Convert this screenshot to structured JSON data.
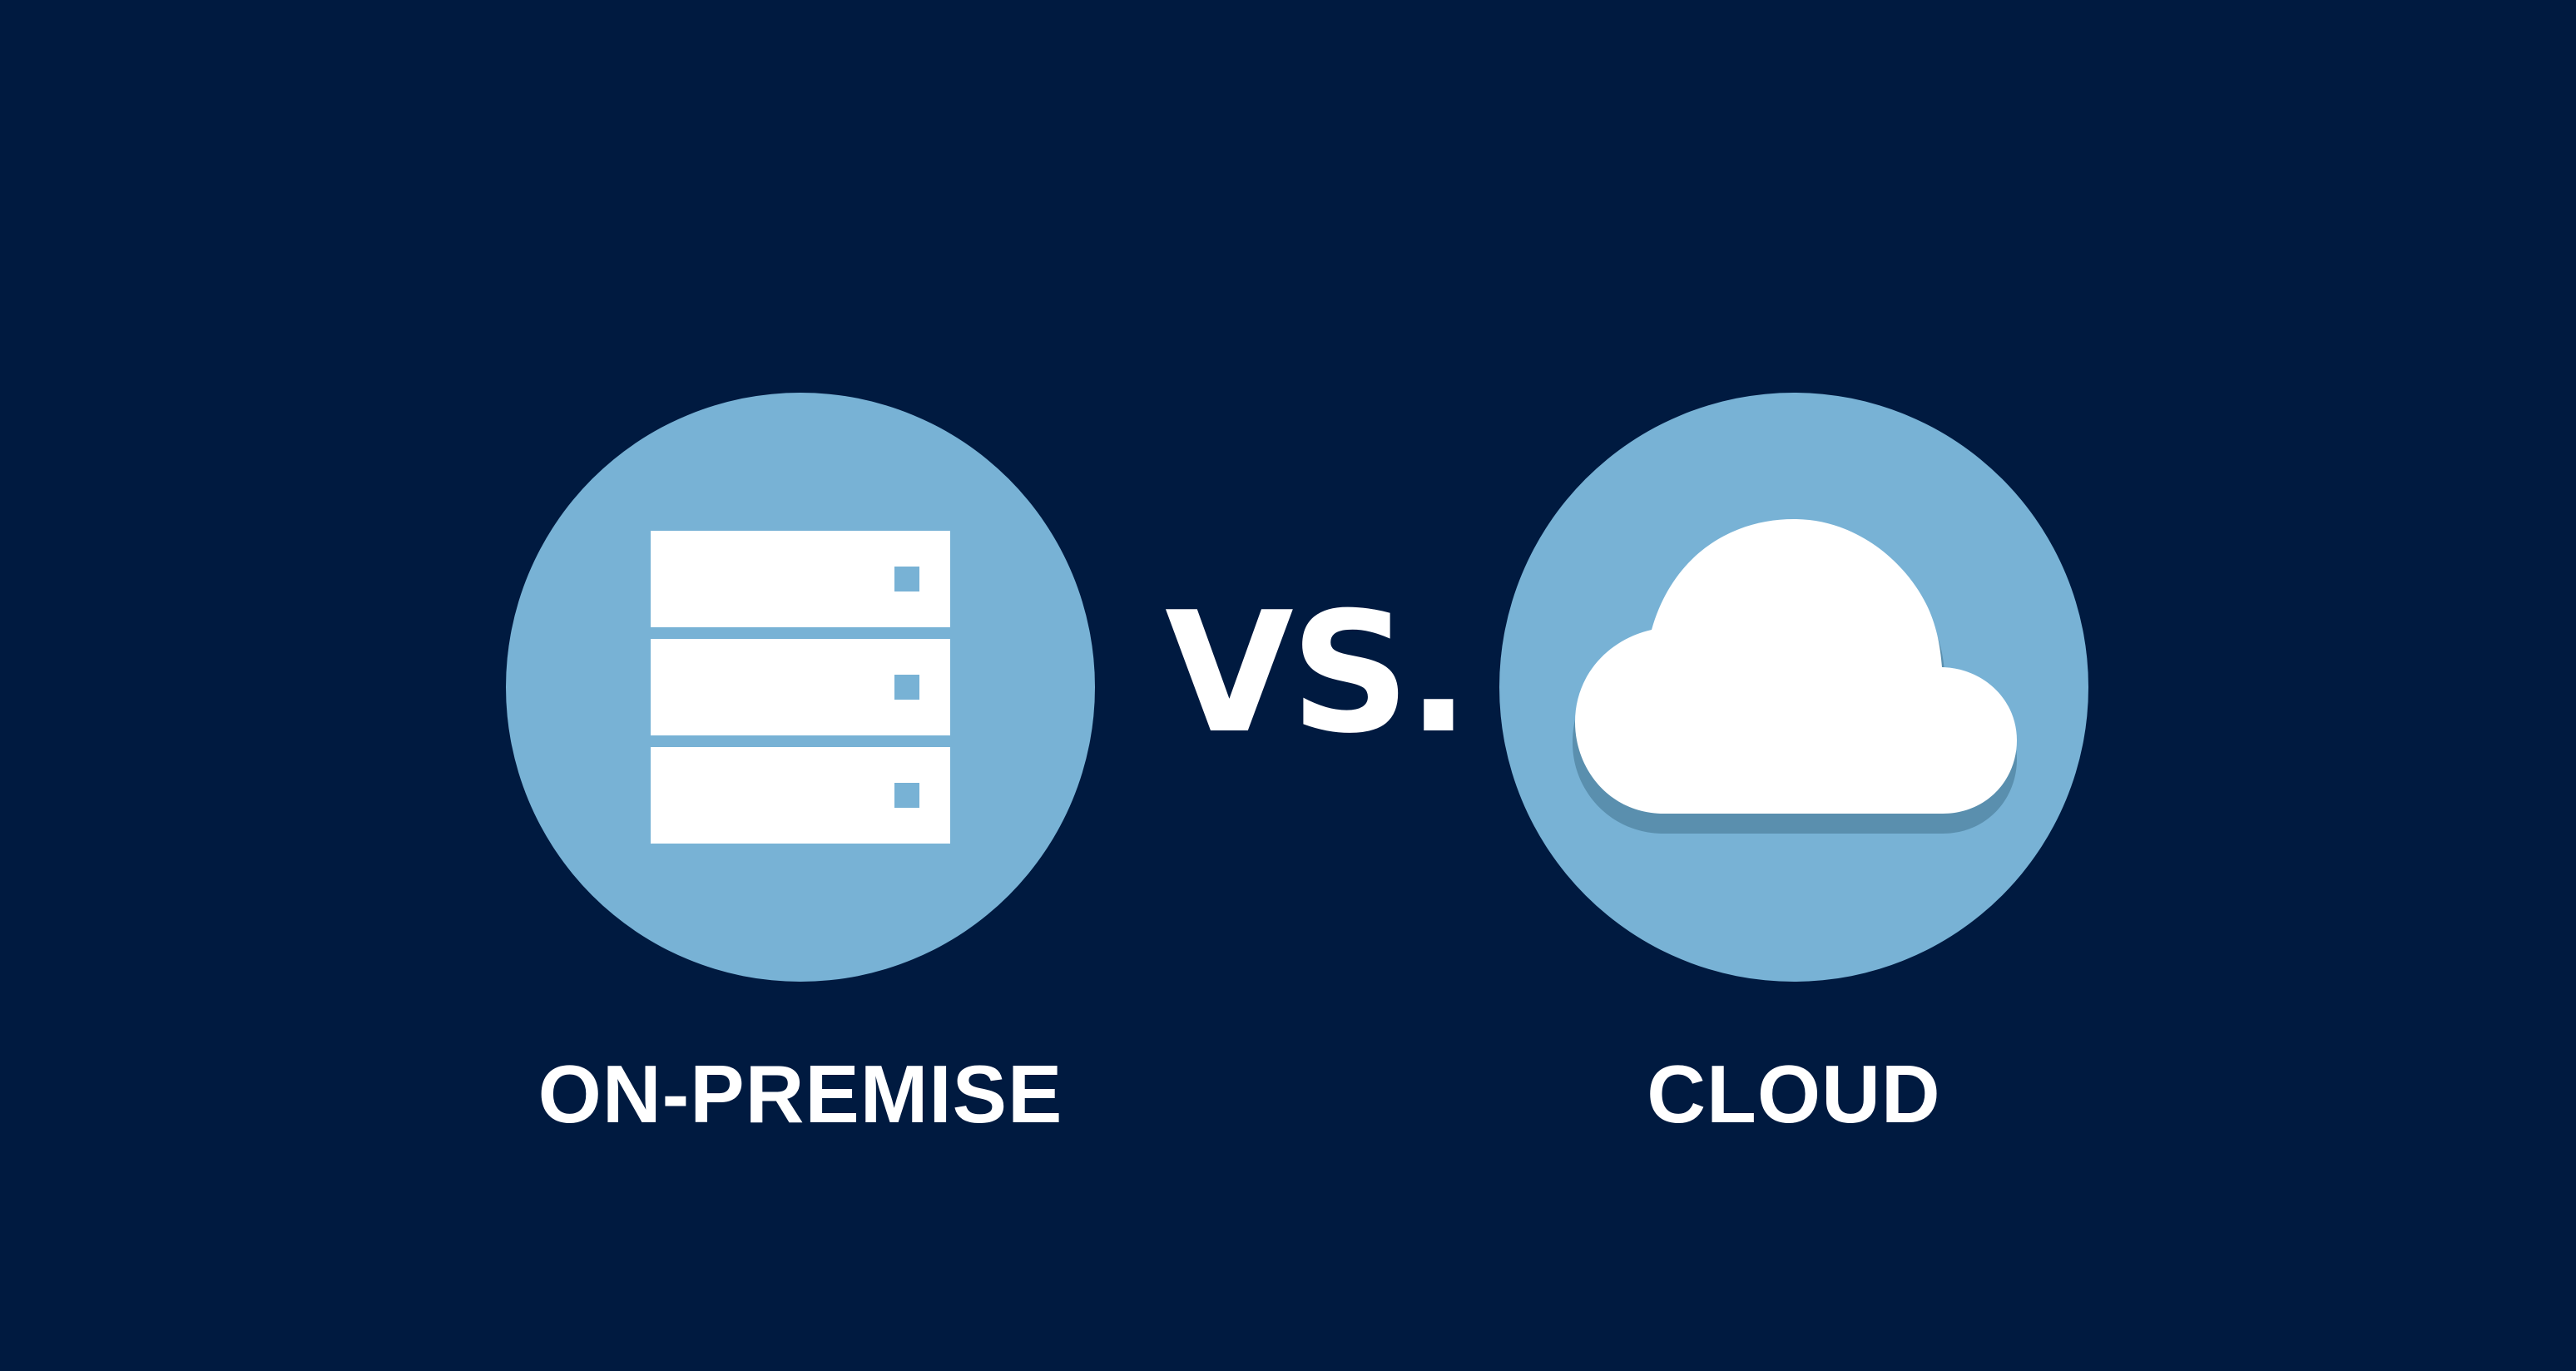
{
  "colors": {
    "background": "#001a40",
    "circle": "#78b2d5",
    "icon": "#ffffff",
    "cloud_shadow": "#5a8fae"
  },
  "left": {
    "icon": "server-icon",
    "label": "ON-PREMISE"
  },
  "separator": {
    "text": "VS."
  },
  "right": {
    "icon": "cloud-icon",
    "label": "CLOUD"
  }
}
